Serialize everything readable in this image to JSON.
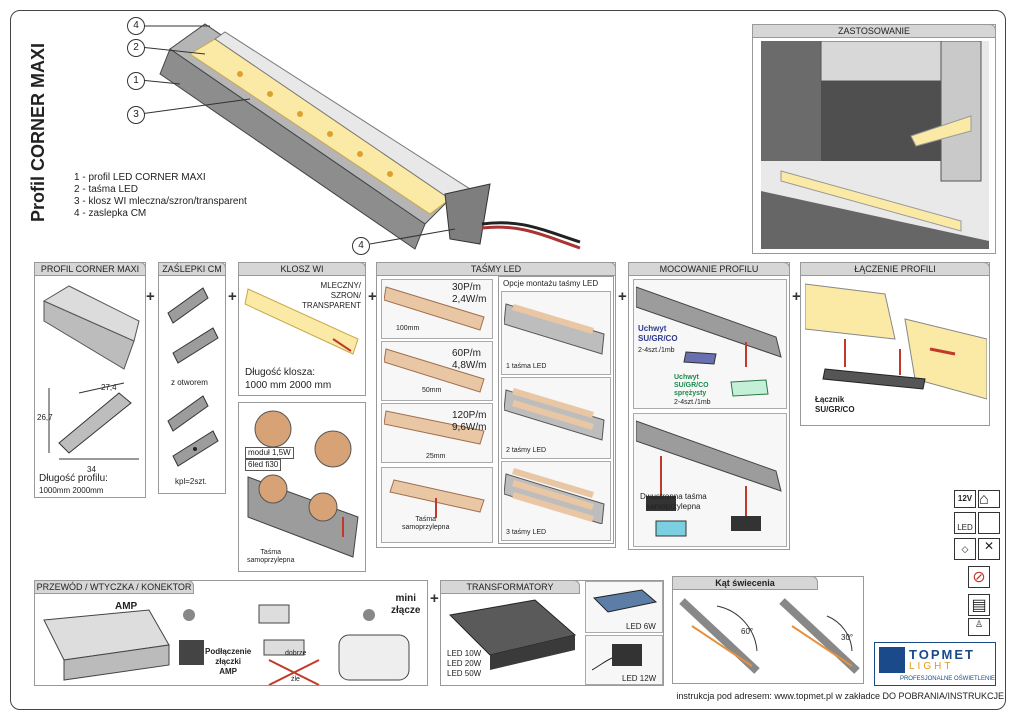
{
  "title": "Profil CORNER MAXI",
  "legend": [
    "1 - profil LED CORNER MAXI",
    "2 - taśma LED",
    "3 - klosz WI mleczna/szron/transparent",
    "4 - zaslepka CM"
  ],
  "callouts": [
    "4",
    "2",
    "1",
    "3",
    "4"
  ],
  "zastosowanie": {
    "header": "ZASTOSOWANIE"
  },
  "profil": {
    "header": "PROFIL CORNER MAXI",
    "dim1": "27,4",
    "dim2": "26,7",
    "dim3": "34",
    "length_label": "Długość profilu:",
    "lengths": "1000mm   2000mm"
  },
  "zaslepki": {
    "header": "ZAŚLEPKI CM",
    "z_otworem": "z otworem",
    "kpl": "kpl=2szt."
  },
  "klosz": {
    "header": "KLOSZ WI",
    "types": "MLECZNY/\nSZRON/\nTRANSPARENT",
    "len_label": "Długość klosza:",
    "lengths": "1000 mm  2000 mm"
  },
  "modul": {
    "label1": "moduł 1,5W",
    "label2": "6led fi30",
    "tasma": "Taśma\nsamoprzylepna"
  },
  "tasmy": {
    "header": "TAŚMY LED",
    "s1": "30P/m\n2,4W/m",
    "s1_dim": "100mm",
    "s2": "60P/m\n4,8W/m",
    "s2_dim": "50mm",
    "s3": "120P/m\n9,6W/m",
    "s3_dim": "25mm",
    "tasma": "Taśma\nsamoprzylepna"
  },
  "opcje": {
    "header": "Opcje montażu taśmy LED",
    "o1": "1 taśma LED",
    "o2": "2 taśmy LED",
    "o3": "3 taśmy LED"
  },
  "mocowanie": {
    "header": "MOCOWANIE PROFILU",
    "uchwyt1": "Uchwyt\nSU/GR/CO",
    "uchwyt1_sub": "2-4szt./1mb",
    "uchwyt2": "Uchwyt\nSU/GR/CO\nsprężysty",
    "uchwyt2_sub": "2-4szt./1mb",
    "dwustronna": "Dwustronna taśma\nsamoprzylepna"
  },
  "laczenie": {
    "header": "ŁĄCZENIE PROFILI",
    "lacznik": "Łącznik\nSU/GR/CO"
  },
  "przewod": {
    "header": "PRZEWÓD / WTYCZKA / KONEKTOR",
    "amp": "AMP",
    "mini": "mini\nzłącze",
    "podlaczenie": "Podłączenie\nzłączki\nAMP",
    "dobrze": "dobrze",
    "zle": "źle"
  },
  "transformatory": {
    "header": "TRANSFORMATORY",
    "l1": "LED 10W",
    "l2": "LED 20W",
    "l3": "LED 50W",
    "l6": "LED 6W",
    "l12": "LED 12W"
  },
  "kat": {
    "header": "Kąt świecenia",
    "a1": "60°",
    "a2": "30°"
  },
  "icons": {
    "v12": "12V",
    "led": "LED"
  },
  "logo": {
    "name": "TOPMET",
    "sub": "LIGHT",
    "tagline": "PROFESJONALNE OŚWIETLENIE"
  },
  "footer": "instrukcja pod adresem: www.topmet.pl w zakładce DO POBRANIA/INSTRUKCJE",
  "colors": {
    "led": "#fbe9a6",
    "profile": "#9a9a9a",
    "accent": "#c0392b",
    "header": "#d6d6d6"
  }
}
